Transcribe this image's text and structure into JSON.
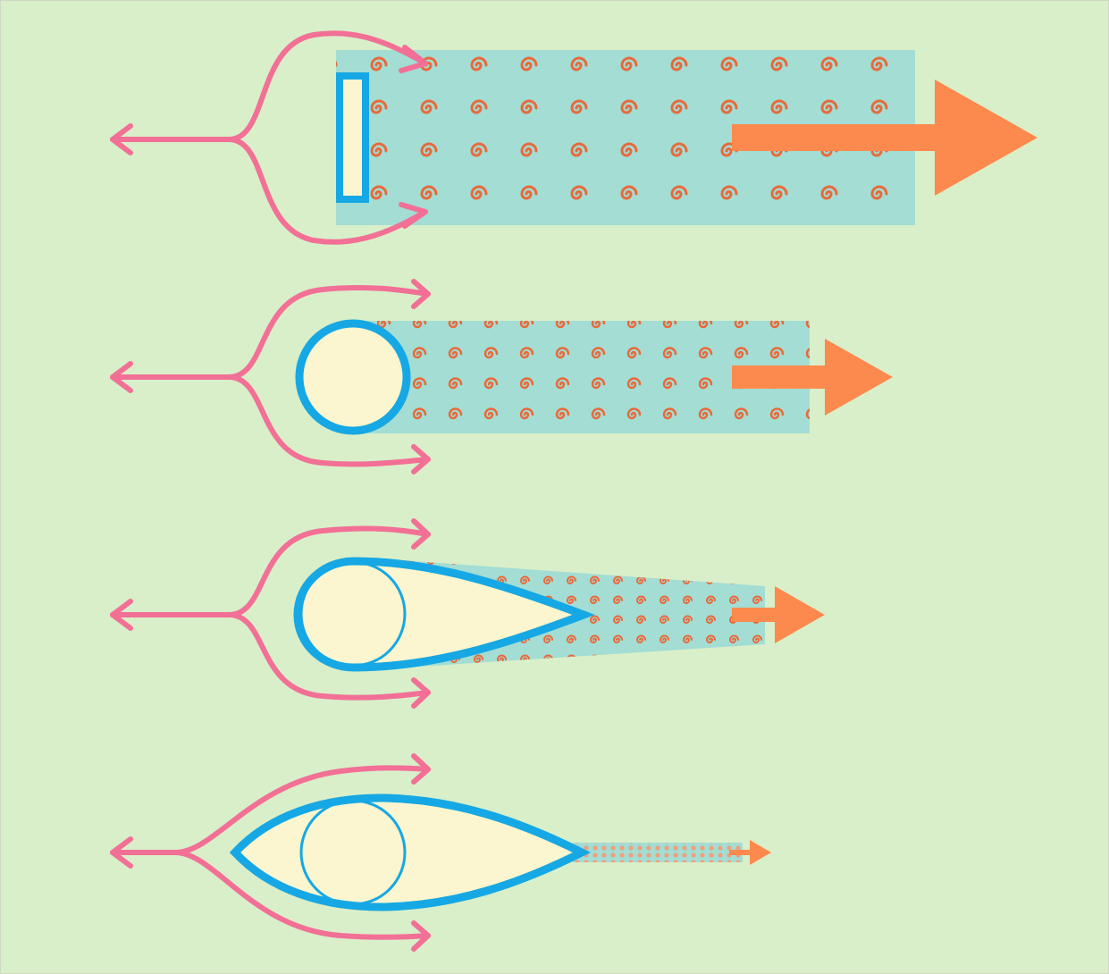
{
  "colors": {
    "background": "#d9efc9",
    "frame_border": "#cfd8c4",
    "airflow_arrow": "#f27096",
    "wake_fill": "#a3ddd3",
    "swirl": "#e86a3c",
    "drag_arrow": "#fc8a4e",
    "body_outline": "#16a8e4",
    "body_fill": "#fbf6cf",
    "inner_circle_outline": "#16a8e4"
  },
  "icons": {
    "airflow_arrow": "split-flow-arrow-icon",
    "drag_arrow": "right-arrow-icon",
    "turbulence_symbol": "swirl-icon"
  },
  "shapes": [
    {
      "shape": "flat plate",
      "relative_drag": 1.0,
      "wake_style": "large swirls"
    },
    {
      "shape": "circle",
      "relative_drag": 0.55,
      "wake_style": "medium swirls"
    },
    {
      "shape": "half-streamlined",
      "relative_drag": 0.33,
      "wake_style": "small swirls"
    },
    {
      "shape": "streamlined",
      "relative_drag": 0.15,
      "wake_style": "dots"
    }
  ]
}
